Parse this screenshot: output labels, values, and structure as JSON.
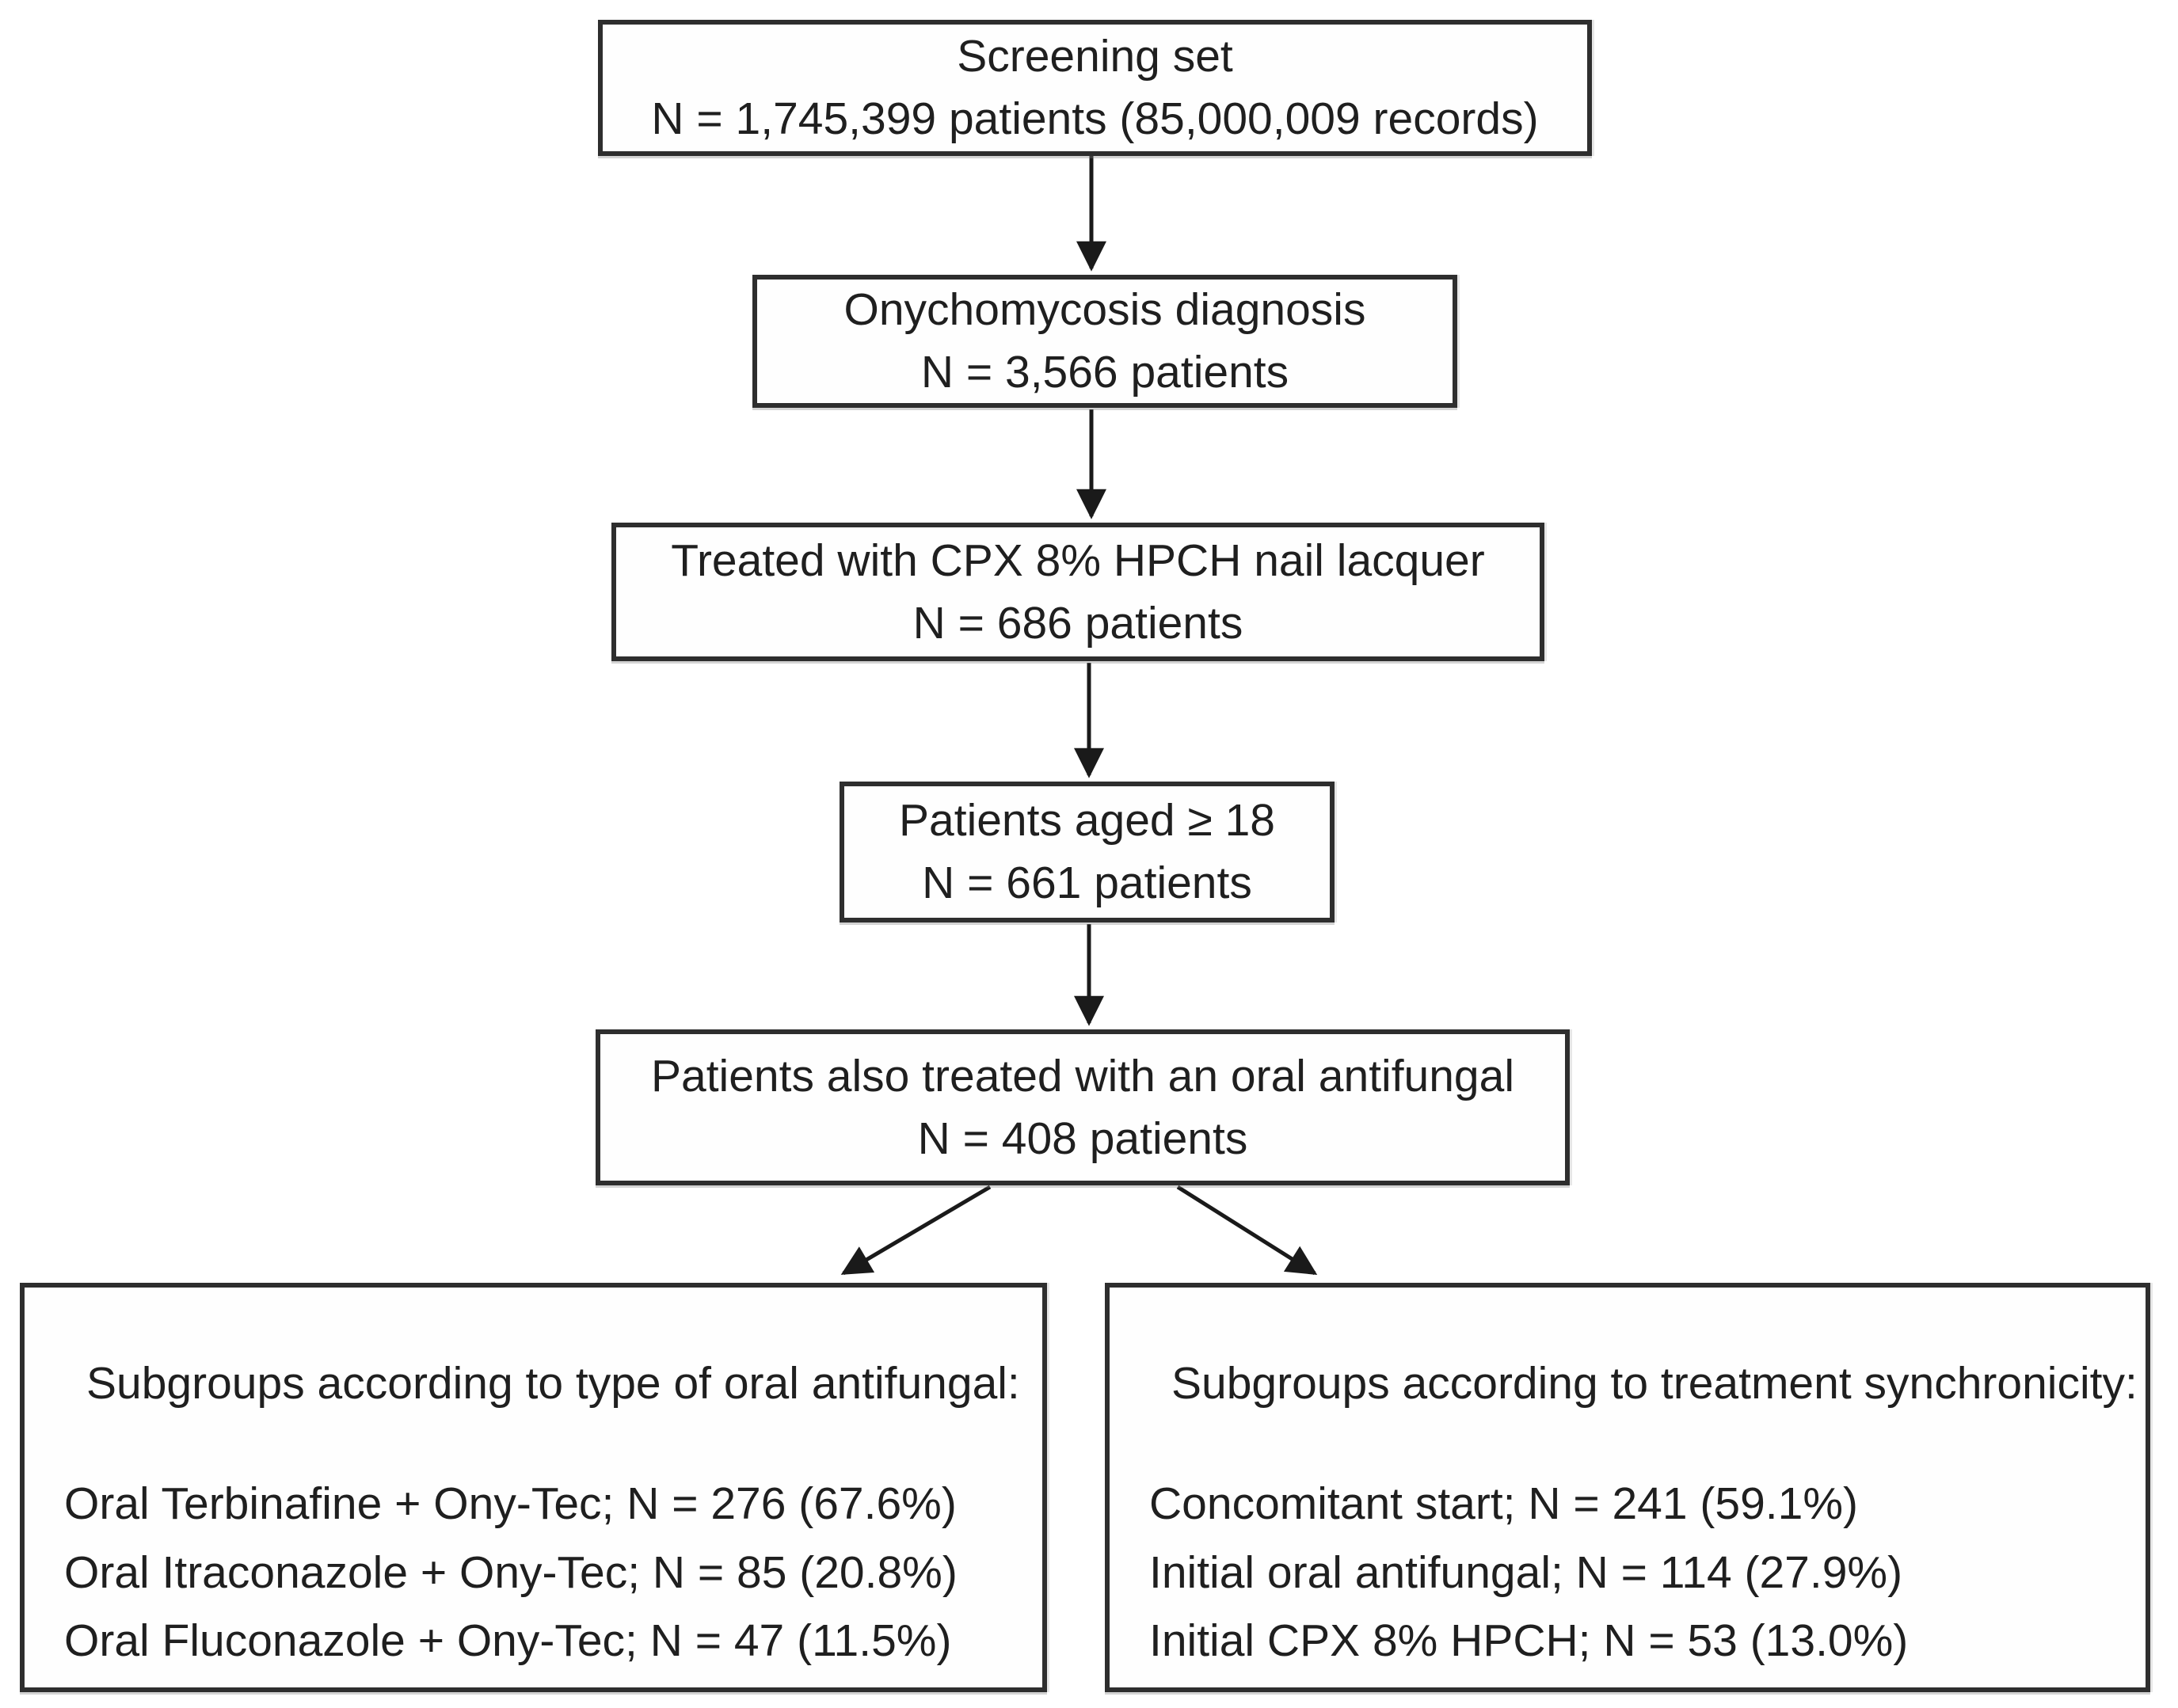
{
  "diagram": {
    "nodes": [
      {
        "line1": "Screening set",
        "line2": "N = 1,745,399 patients (85,000,009 records)"
      },
      {
        "line1": "Onychomycosis diagnosis",
        "line2": "N = 3,566 patients"
      },
      {
        "line1": "Treated with CPX 8% HPCH nail lacquer",
        "line2": "N = 686 patients"
      },
      {
        "line1": "Patients aged ≥ 18",
        "line2": "N = 661 patients"
      },
      {
        "line1": "Patients also treated with an oral antifungal",
        "line2": "N = 408 patients"
      }
    ],
    "subgroups": {
      "left": {
        "title": "Subgroups according to type of oral antifungal:",
        "items": [
          "Oral Terbinafine + Ony-Tec; N = 276 (67.6%)",
          "Oral Itraconazole + Ony-Tec; N = 85 (20.8%)",
          "Oral Fluconazole + Ony-Tec; N = 47 (11.5%)"
        ]
      },
      "right": {
        "title": "Subgroups according to treatment synchronicity:",
        "items": [
          "Concomitant start; N = 241 (59.1%)",
          "Initial oral antifungal; N = 114 (27.9%)",
          "Initial CPX 8% HPCH; N = 53 (13.0%)"
        ]
      }
    },
    "colors": {
      "background": "#ffffff",
      "box_border": "#2e2e2e",
      "text": "#1f1f1f",
      "arrow": "#1a1a1a"
    }
  }
}
